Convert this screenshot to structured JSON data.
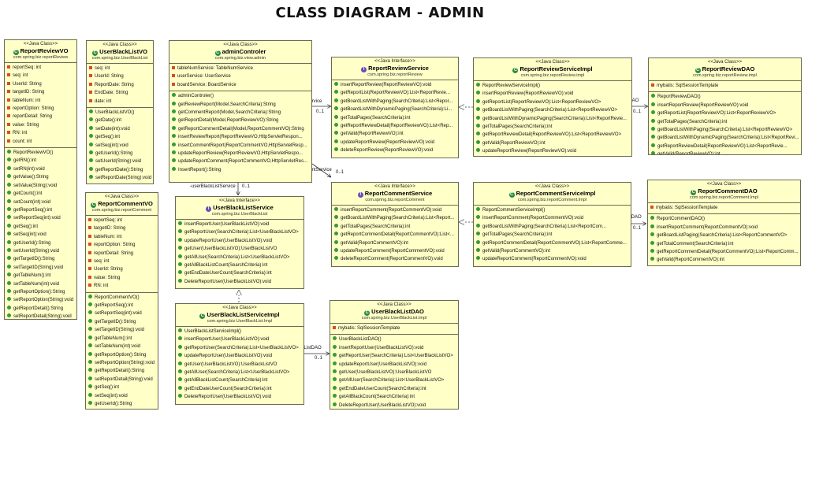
{
  "title": "CLASS DIAGRAM - ADMIN",
  "colors": {
    "box_fill": "#ffffc8",
    "box_border": "#6b6b4f",
    "class_icon": "#2e8b3a",
    "interface_icon": "#6a4ab8"
  },
  "boxes": {
    "reportReviewVO": {
      "stereotype": "<<Java Class>>",
      "name": "ReportReviewVO",
      "package": "com.spring.biz.reportReview",
      "fields": [
        "reportSeq: int",
        "seq: int",
        "UserId: String",
        "targetID: String",
        "tableNum: int",
        "reportOption: String",
        "reportDetail: String",
        "value: String",
        "RN: int",
        "count: int"
      ],
      "methods": [
        "ReportReviewVO()",
        "getRN():int",
        "setRN(int):void",
        "getValue():String",
        "setValue(String):void",
        "getCount():int",
        "setCount(int):void",
        "getReportSeq():int",
        "setReportSeq(int):void",
        "getSeq():int",
        "setSeq(int):void",
        "getUserId():String",
        "setUserId(String):void",
        "getTargetID():String",
        "setTargetID(String):void",
        "getTableNum():int",
        "setTableNum(int):void",
        "getReportOption():String",
        "setReportOption(String):void",
        "getReportDetail():String",
        "setReportDetail(String):void"
      ]
    },
    "userBlackListVO": {
      "stereotype": "<<Java Class>>",
      "name": "UserBlackListVO",
      "package": "com.spring.biz.UserBlackList",
      "fields": [
        "seq: int",
        "UserId: String",
        "ReportDate: String",
        "EndDate: String",
        "date: int"
      ],
      "methods": [
        "UserBlackListVO()",
        "getDate():int",
        "setDate(int):void",
        "getSeq():int",
        "setSeq(int):void",
        "getUserId():String",
        "setUserId(String):void",
        "getReportDate():String",
        "setReportDate(String):void"
      ]
    },
    "reportCommentVO": {
      "stereotype": "<<Java Class>>",
      "name": "ReportCommentVO",
      "package": "com.spring.biz.reportComment",
      "fields": [
        "reportSeq: int",
        "targetID: String",
        "tableNum: int",
        "reportOption: String",
        "reportDetail: String",
        "seq: int",
        "UserId: String",
        "value: String",
        "RN: int"
      ],
      "methods": [
        "ReportCommentVO()",
        "getReportSeq():int",
        "setReportSeq(int):void",
        "getTargetID():String",
        "setTargetID(String):void",
        "getTableNum():int",
        "setTableNum(int):void",
        "getReportOption():String",
        "setReportOption(String):void",
        "getReportDetail():String",
        "setReportDetail(String):void",
        "getSeq():int",
        "setSeq(int):void",
        "getUserId():String"
      ]
    },
    "adminControler": {
      "stereotype": "<<Java Class>>",
      "name": "adminControler",
      "package": "com.spring.biz.view.admin",
      "fields": [
        "tableNumService: TableNumService",
        "userService: UserService",
        "boardService: BoardService"
      ],
      "methods": [
        "adminControler()",
        "getReviewReport(Model,SearchCriteria):String",
        "getCommentReport(Model,SearchCriteria):String",
        "getReportDetail(Model,ReportReviewVO):String",
        "getReportCommentDetail(Model,ReportCommentVO):String",
        "insertReviewReport(ReportReviewVO,HttpServletRespon...",
        "insertCommentReport(ReportCommentVO,HttpServletResp...",
        "updateReportReview(ReportReviewVO,HttpServletRespo...",
        "updateReportComment(ReportCommentVO,HttpServletRes...",
        "InsertReport():String"
      ]
    },
    "reportReviewService": {
      "stereotype": "<<Java Interface>>",
      "name": "ReportReviewService",
      "package": "com.spring.biz.reportReview",
      "methods": [
        "insertReportReview(ReportReviewVO):void",
        "getReportList(ReportReviewVO):List<ReportRevie...",
        "getBoardListWithPaging(SearchCriteria):List<Repor...",
        "getBoardListWithDynamicPaging(SearchCriteria):Li...",
        "getTotalPages(SearchCriteria):int",
        "getReportReviewDetail(ReportReviewVO):List<Rep...",
        "getValid(ReportReviewVO):int",
        "updateReportReview(ReportReviewVO):void",
        "deleteReportReview(ReportReviewVO):void"
      ]
    },
    "reportReviewServiceImpl": {
      "stereotype": "<<Java Class>>",
      "name": "ReportReviewServiceImpl",
      "package": "com.spring.biz.reportReview.impl",
      "methods": [
        "ReportReviewServiceImpl()",
        "insertReportReview(ReportReviewVO):void",
        "getReportList(ReportReviewVO):List<ReportReviewVO>",
        "getBoardListWithPaging(SearchCriteria):List<ReportReviewVO>",
        "getBoardListWithDynamicPaging(SearchCriteria):List<ReportRevie...",
        "getTotalPages(SearchCriteria):int",
        "getReportReviewDetail(ReportReviewVO):List<ReportReviewVO>",
        "getValid(ReportReviewVO):int",
        "updateReportReview(ReportReviewVO):void"
      ]
    },
    "reportReviewDAO": {
      "stereotype": "<<Java Class>>",
      "name": "ReportReviewDAO",
      "package": "com.spring.biz.reportReview.impl",
      "fields": [
        "mybatis: SqlSessionTemplate"
      ],
      "methods": [
        "ReportReviewDAO()",
        "insertReportReview(ReportReviewVO):void",
        "getReportList(ReportReviewVO):List<ReportReviewVO>",
        "getTotalPages(SearchCriteria):int",
        "getBoardListWithPaging(SearchCriteria):List<ReportReviewVO>",
        "getBoardListWithDynamicPaging(SearchCriteria):List<ReportRevi...",
        "getReportReviewDetail(ReportReviewVO):List<ReportRevie...",
        "getValid(ReportReviewVO):int"
      ]
    },
    "reportCommentService": {
      "stereotype": "<<Java Interface>>",
      "name": "ReportCommentService",
      "package": "com.spring.biz.reportComment",
      "methods": [
        "insertReportComment(ReportCommentVO):void",
        "getBoardListWithPaging(SearchCriteria):List<Report...",
        "getTotalPages(SearchCriteria):int",
        "getReportCommentDetail(ReportCommentVO):List<...",
        "getValid(ReportCommentVO):int",
        "updateReportComment(ReportCommentVO):void",
        "deleteReportComment(ReportCommentVO):void"
      ]
    },
    "reportCommentServiceImpl": {
      "stereotype": "<<Java Class>>",
      "name": "ReportCommentServiceImpl",
      "package": "com.spring.biz.reportComment.Impl",
      "methods": [
        "ReportCommentServiceImpl()",
        "insertReportComment(ReportCommentVO):void",
        "getBoardListWithPaging(SearchCriteria):List<ReportCom...",
        "getTotalPages(SearchCriteria):int",
        "getReportCommentDetail(ReportCommentVO):List<ReportComme...",
        "getValid(ReportCommentVO):int",
        "updateReportComment(ReportCommentVO):void"
      ]
    },
    "reportCommentDAO": {
      "stereotype": "<<Java Class>>",
      "name": "ReportCommentDAO",
      "package": "com.spring.biz.reportComment.Impl",
      "fields": [
        "mybatis: SqlSessionTemplate"
      ],
      "methods": [
        "ReportCommentDAO()",
        "insertReportComment(ReportCommentVO):void",
        "getBoardListPaging(SearchCriteria):List<ReportCommentVO>",
        "getTotalComment(SearchCriteria):int",
        "getReportCommentDetail(ReportCommentVO):List<ReportComm...",
        "getValid(ReportCommentVO):int"
      ]
    },
    "userBlackListService": {
      "stereotype": "<<Java Interface>>",
      "name": "UserBlackListService",
      "package": "com.spring.biz.UserBlackList",
      "methods": [
        "insertReportUser(UserBlackListVO):void",
        "getReportUser(SearchCriteria):List<UserBlackListVO>",
        "updateReportUser(UserBlackListVO):void",
        "getUser(UserBlackListVO):UserBlackListVO",
        "getAllUser(SearchCriteria):List<UserBlackListVO>",
        "getAllBlackListCount(SearchCriteria):int",
        "getEndDateUserCount(SearchCriteria):int",
        "DeleteReportUser(UserBlackListVO):void"
      ]
    },
    "userBlackListServiceImpl": {
      "stereotype": "<<Java Class>>",
      "name": "UserBlackListServiceImpl",
      "package": "com.spring.biz.UserBlackList.Impl",
      "methods": [
        "UserBlackListServiceImpl()",
        "insertReportUser(UserBlackListVO):void",
        "getReportUser(SearchCriteria):List<UserBlackListVO>",
        "updateReportUser(UserBlackListVO):void",
        "getUser(UserBlackListVO):UserBlackListVO",
        "getAllUser(SearchCriteria):List<UserBlackListVO>",
        "getAllBlackListCount(SearchCriteria):int",
        "getEndDateUserCount(SearchCriteria):int",
        "DeleteReportUser(UserBlackListVO):void"
      ]
    },
    "userBlackListDAO": {
      "stereotype": "<<Java Class>>",
      "name": "UserBlackListDAO",
      "package": "com.spring.biz.UserBlackList.Impl",
      "fields": [
        "mybatis: SqlSessionTemplate"
      ],
      "methods": [
        "UserBlackListDAO()",
        "insertReportUser(UserBlackListVO):void",
        "getReportUser(SearchCriteria):List<UserBlackListVO>",
        "updateReportUser(UserBlackListVO):void",
        "getUser(UserBlackListVO):UserBlackListVO",
        "getAllUser(SearchCriteria):List<UserBlackListVO>",
        "getEndDateUserCount(SearchCriteria):int",
        "getAllBlackCount(SearchCriteria):int",
        "DeleteReportUser(UserBlackListVO):void"
      ]
    }
  },
  "edge_labels": {
    "reviewService": "-reviewService",
    "commentService": "-commentService",
    "userBlackListService": "-userBlackListService",
    "reportReviewDAO": "-reportReviewDAO",
    "reportCommentDAO": "-reportCommentDAO",
    "userBlackListDAO": "-userBlackListDAO",
    "multiplicity": "0..1"
  }
}
